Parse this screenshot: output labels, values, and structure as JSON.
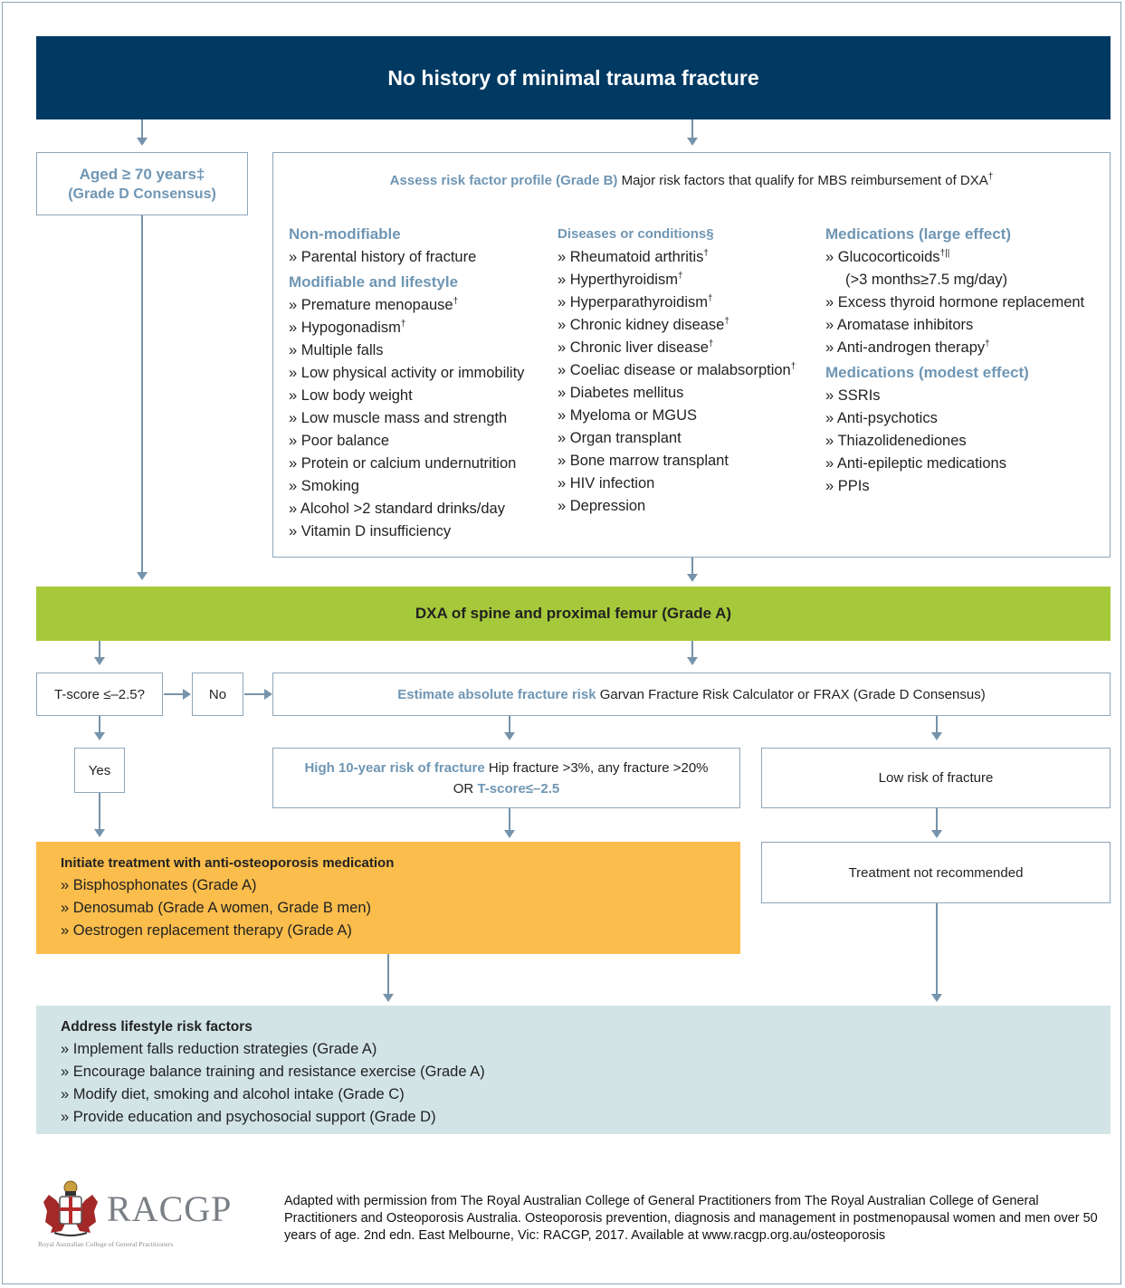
{
  "colors": {
    "navy": "#003a63",
    "green": "#a5c93a",
    "orange": "#fbbd4c",
    "teal": "#d2e4e6",
    "accent": "#6f96b4",
    "border": "#8ea6ba"
  },
  "top_banner": "No history of minimal trauma fracture",
  "aged_box": {
    "line1": "Aged ≥ 70 years‡",
    "line2": "(Grade D Consensus)"
  },
  "assess": {
    "title": "Assess risk factor profile (Grade B)",
    "subtitle": "Major risk factors that qualify for MBS reimbursement of DXA",
    "subtitle_mark": "†",
    "col1": {
      "head1": "Non-modifiable",
      "items1": [
        "Parental history of fracture"
      ],
      "head2": "Modifiable and lifestyle",
      "items2": [
        "Premature menopause",
        "Hypogonadism",
        "Multiple falls",
        "Low physical activity or immobility",
        "Low body weight",
        "Low muscle mass and strength",
        "Poor balance",
        "Protein or calcium undernutrition",
        "Smoking",
        "Alcohol >2 standard drinks/day",
        "Vitamin D insufficiency"
      ]
    },
    "col2": {
      "head": "Diseases or conditions§",
      "items": [
        "Rheumatoid arthritis",
        "Hyperthyroidism",
        "Hyperparathyroidism",
        "Chronic kidney disease",
        "Chronic liver disease",
        "Coeliac disease or malabsorption",
        "Diabetes mellitus",
        "Myeloma or MGUS",
        "Organ transplant",
        "Bone marrow transplant",
        "HIV infection",
        "Depression"
      ]
    },
    "col3": {
      "head1": "Medications (large effect)",
      "items1": [
        "Glucocorticoids",
        "Excess thyroid hormone replacement",
        "Aromatase inhibitors",
        "Anti-androgen therapy"
      ],
      "gluco_mark": "†||",
      "gluco_detail": "(>3 months≥7.5 mg/day)",
      "head2": "Medications (modest effect)",
      "items2": [
        "SSRIs",
        "Anti-psychotics",
        "Thiazolidenediones",
        "Anti-epileptic medications",
        "PPIs"
      ]
    },
    "dagger": "†"
  },
  "dxa": "DXA of spine and proximal femur (Grade A)",
  "tscore_q": "T-score ≤–2.5?",
  "no_label": "No",
  "yes_label": "Yes",
  "estimate": {
    "bold": "Estimate absolute fracture risk",
    "rest": "Garvan Fracture Risk Calculator or FRAX (Grade D Consensus)"
  },
  "high_risk": {
    "bold": "High 10-year risk of fracture",
    "rest": "Hip fracture >3%, any fracture >20%",
    "or": "OR",
    "tscore": "T-score≤–2.5"
  },
  "low_risk": "Low risk of fracture",
  "treatment": {
    "title": "Initiate treatment with anti-osteoporosis medication",
    "items": [
      "Bisphosphonates (Grade A)",
      "Denosumab (Grade A women, Grade B men)",
      "Oestrogen replacement therapy (Grade A)"
    ]
  },
  "not_recommended": "Treatment not recommended",
  "lifestyle": {
    "title": "Address lifestyle risk factors",
    "items": [
      "Implement falls reduction strategies (Grade A)",
      "Encourage balance training and resistance exercise (Grade A)",
      "Modify diet, smoking and alcohol intake (Grade C)",
      "Provide education and psychosocial support (Grade D)"
    ]
  },
  "logo": {
    "name": "RACGP",
    "tagline": "Royal Australian College of General Practitioners"
  },
  "citation": "Adapted with permission from The Royal Australian College of General Practitioners from The Royal Australian College of General Practitioners and Osteoporosis Australia. Osteoporosis prevention, diagnosis and management in postmenopausal women and men over 50 years of age. 2nd edn. East Melbourne, Vic: RACGP, 2017. Available at www.racgp.org.au/osteoporosis"
}
